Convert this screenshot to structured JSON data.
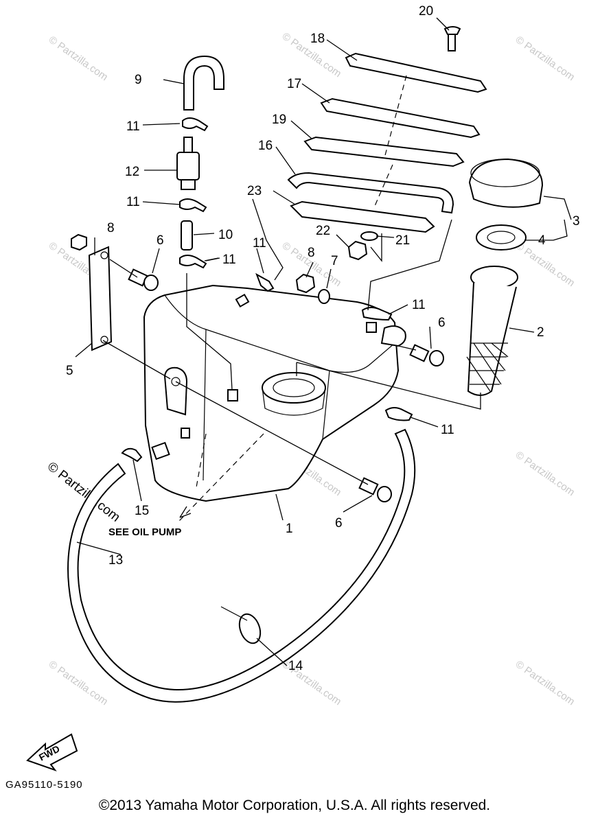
{
  "diagram": {
    "callouts": [
      {
        "id": "c1",
        "text": "1"
      },
      {
        "id": "c2",
        "text": "2"
      },
      {
        "id": "c3",
        "text": "3"
      },
      {
        "id": "c4",
        "text": "4"
      },
      {
        "id": "c5",
        "text": "5"
      },
      {
        "id": "c6a",
        "text": "6"
      },
      {
        "id": "c6b",
        "text": "6"
      },
      {
        "id": "c6c",
        "text": "6"
      },
      {
        "id": "c7",
        "text": "7"
      },
      {
        "id": "c8a",
        "text": "8"
      },
      {
        "id": "c8b",
        "text": "8"
      },
      {
        "id": "c9",
        "text": "9"
      },
      {
        "id": "c10",
        "text": "10"
      },
      {
        "id": "c11a",
        "text": "11"
      },
      {
        "id": "c11b",
        "text": "11"
      },
      {
        "id": "c11c",
        "text": "11"
      },
      {
        "id": "c11d",
        "text": "11"
      },
      {
        "id": "c11e",
        "text": "11"
      },
      {
        "id": "c11f",
        "text": "11"
      },
      {
        "id": "c12",
        "text": "12"
      },
      {
        "id": "c13",
        "text": "13"
      },
      {
        "id": "c14",
        "text": "14"
      },
      {
        "id": "c15",
        "text": "15"
      },
      {
        "id": "c16",
        "text": "16"
      },
      {
        "id": "c17",
        "text": "17"
      },
      {
        "id": "c18",
        "text": "18"
      },
      {
        "id": "c19",
        "text": "19"
      },
      {
        "id": "c20",
        "text": "20"
      },
      {
        "id": "c21",
        "text": "21"
      },
      {
        "id": "c22",
        "text": "22"
      },
      {
        "id": "c23",
        "text": "23"
      }
    ],
    "note": "SEE OIL PUMP",
    "fwd_label": "FWD",
    "diagram_code": "GA95110-5190",
    "watermark": "© Partzilla.com"
  },
  "footer": {
    "copyright": "©2013 Yamaha Motor Corporation, U.S.A. All rights reserved."
  }
}
